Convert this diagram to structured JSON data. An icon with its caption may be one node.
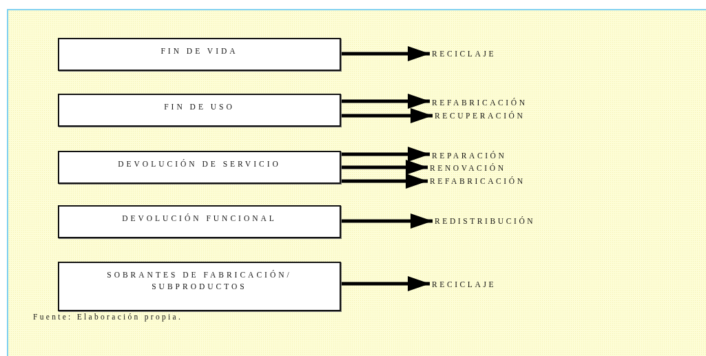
{
  "diagram": {
    "caption": "Fuente: Elaboración propia.",
    "nodes": [
      {
        "text": [
          "FIN DE VIDA"
        ]
      },
      {
        "text": [
          "RECICLAJE"
        ]
      },
      {
        "text": [
          "FIN DE USO"
        ]
      },
      {
        "text": [
          "REFABRICACIÓN"
        ]
      },
      {
        "text": [
          "RECUPERACIÓN"
        ]
      },
      {
        "text": [
          "DEVOLUCIÓN DE SERVICIO"
        ]
      },
      {
        "text": [
          "REPARACIÓN"
        ]
      },
      {
        "text": [
          "RENOVACIÓN"
        ]
      },
      {
        "text": [
          "REFABRICACIÓN"
        ]
      },
      {
        "text": [
          "DEVOLUCIÓN FUNCIONAL"
        ]
      },
      {
        "text": [
          "REDISTRIBUCIÓN"
        ]
      },
      {
        "text": [
          "SOBRANTES DE FABRICACIÓN/ SUBPRODUCTOS"
        ]
      },
      {
        "text": [
          "RECICLAJE"
        ]
      }
    ],
    "edges": [
      {
        "from": 0,
        "to": 1,
        "arrow": "to"
      },
      {
        "from": 2,
        "to": 3,
        "arrow": "to"
      },
      {
        "from": 2,
        "to": 4,
        "arrow": "to"
      },
      {
        "from": 5,
        "to": 6,
        "arrow": "to"
      },
      {
        "from": 5,
        "to": 7,
        "arrow": "to"
      },
      {
        "from": 5,
        "to": 8,
        "arrow": "to"
      },
      {
        "from": 9,
        "to": 10,
        "arrow": "to"
      },
      {
        "from": 11,
        "to": 12,
        "arrow": "to"
      }
    ]
  }
}
